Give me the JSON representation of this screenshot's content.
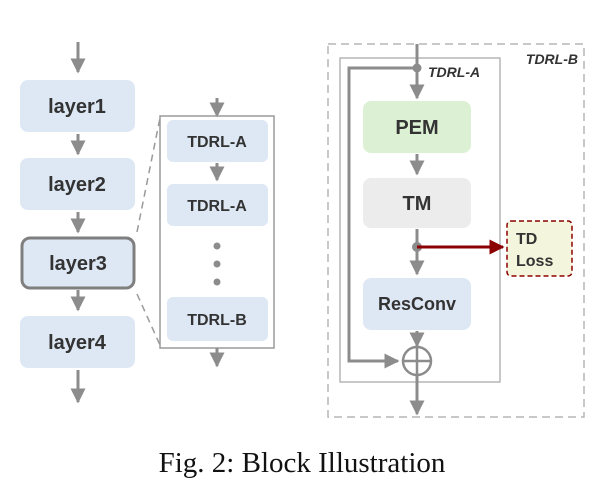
{
  "left_layers": [
    "layer1",
    "layer2",
    "layer3",
    "layer4"
  ],
  "mid_blocks": [
    "TDRL-A",
    "TDRL-A",
    "TDRL-B"
  ],
  "right": {
    "outer_label": "TDRL-B",
    "inner_label": "TDRL-A",
    "pem": "PEM",
    "tm": "TM",
    "resconv": "ResConv",
    "loss_line1": "TD",
    "loss_line2": "Loss"
  },
  "caption": "Fig. 2: Block Illustration",
  "colors": {
    "block_blue": "#dde8f4",
    "pem_green": "#dcf1d3",
    "tm_gray": "#ececec",
    "arrow_gray": "#8c8c8c",
    "loss_red": "#8b0000",
    "loss_fill": "#f3f6dc"
  }
}
